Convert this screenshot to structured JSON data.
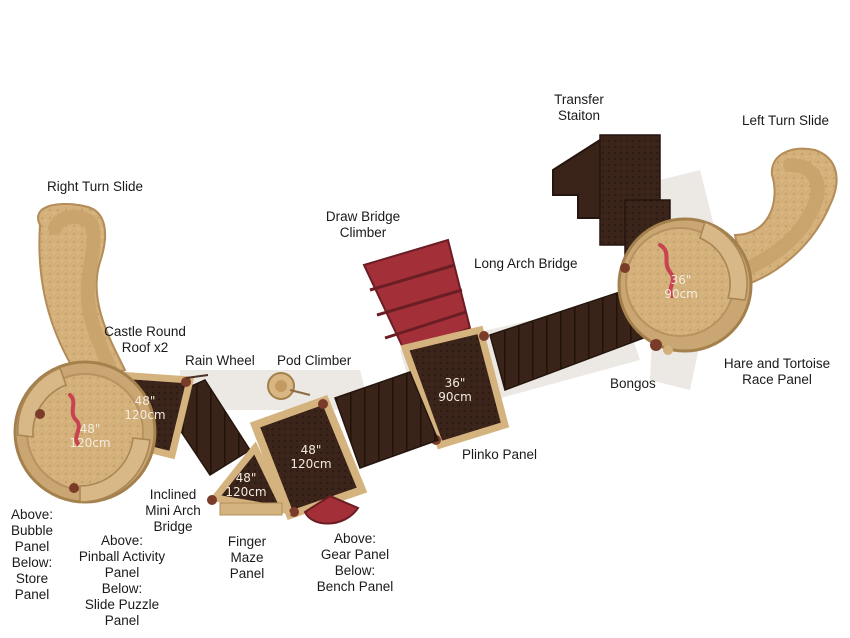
{
  "labels": {
    "right_turn_slide": "Right Turn Slide",
    "left_turn_slide": "Left Turn Slide",
    "transfer_station": "Transfer\nStaiton",
    "draw_bridge_climber": "Draw Bridge\nClimber",
    "long_arch_bridge": "Long Arch Bridge",
    "castle_round_roof": "Castle Round\nRoof x2",
    "rain_wheel": "Rain Wheel",
    "pod_climber": "Pod Climber",
    "hare_tortoise": "Hare and Tortoise\nRace Panel",
    "bongos": "Bongos",
    "plinko_panel": "Plinko Panel",
    "inclined_mini_arch": "Inclined\nMini Arch\nBridge",
    "finger_maze": "Finger\nMaze\nPanel",
    "bubble_store": "Above:\nBubble\nPanel\nBelow:\nStore\nPanel",
    "pinball_slide_puzzle": "Above:\nPinball Activity\nPanel\nBelow:\nSlide Puzzle\nPanel",
    "gear_bench": "Above:\nGear Panel\nBelow:\nBench Panel"
  },
  "dimensions": {
    "left_round_deck": {
      "in": "48\"",
      "cm": "120cm"
    },
    "left_square_deck": {
      "in": "48\"",
      "cm": "120cm"
    },
    "center_deck": {
      "in": "48\"",
      "cm": "120cm"
    },
    "triangle_deck": {
      "in": "48\"",
      "cm": "120cm"
    },
    "mid_deck": {
      "in": "36\"",
      "cm": "90cm"
    },
    "right_round_deck": {
      "in": "36\"",
      "cm": "90cm"
    }
  },
  "colors": {
    "deck": "#3a2419",
    "deck_dark": "#24150e",
    "tan": "#d9b784",
    "tan_dark": "#b8925c",
    "red": "#a8323a",
    "shadow": "#e9e5e0"
  }
}
